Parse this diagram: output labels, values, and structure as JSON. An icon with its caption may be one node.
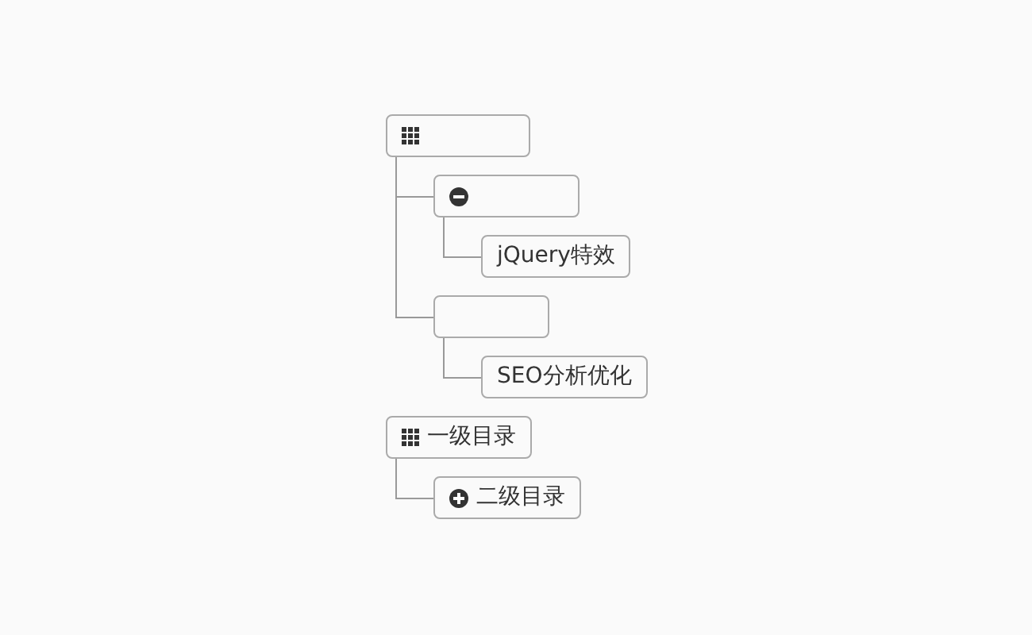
{
  "diagram": {
    "nodes": [
      {
        "text": [],
        "shape": "box"
      },
      {
        "text": [],
        "shape": "box"
      },
      {
        "text": [
          "jQuery特效"
        ]
      },
      {
        "text": [],
        "shape": "box"
      },
      {
        "text": [
          "SEO分析优化"
        ]
      },
      {
        "text": [
          "一级目录"
        ]
      },
      {
        "text": [
          "二级目录"
        ]
      }
    ],
    "edges": [
      {
        "from": 0,
        "to": 1,
        "arrow": "none"
      },
      {
        "from": 1,
        "to": 2,
        "arrow": "none"
      },
      {
        "from": 0,
        "to": 3,
        "arrow": "none"
      },
      {
        "from": 3,
        "to": 4,
        "arrow": "none"
      },
      {
        "from": 5,
        "to": 6,
        "arrow": "none"
      }
    ]
  }
}
